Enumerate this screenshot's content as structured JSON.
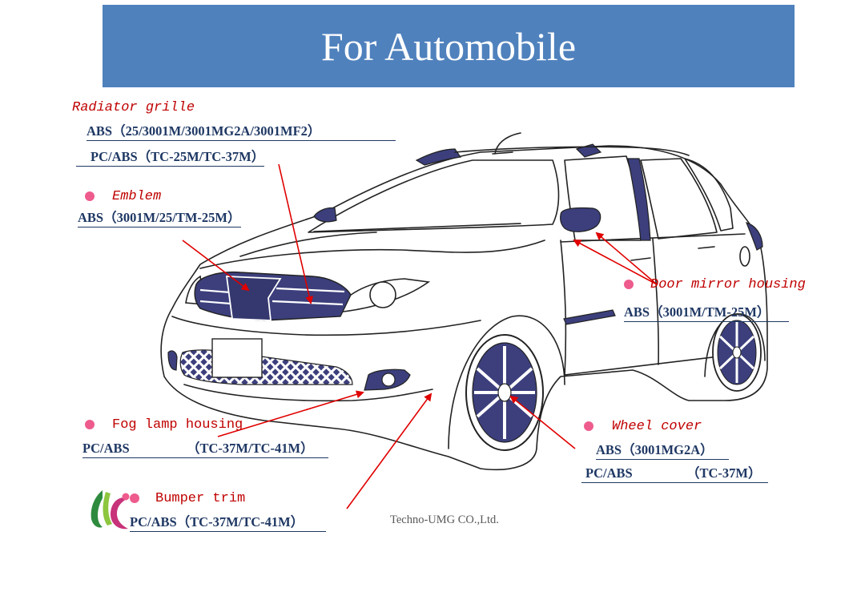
{
  "title": "For Automobile",
  "parts": {
    "radiator_grille": {
      "name": "Radiator grille",
      "spec_1": "ABS（25/3001M/3001MG2A/3001MF2）",
      "spec_2": "PC/ABS（TC-25M/TC-37M）"
    },
    "emblem": {
      "name": "Emblem",
      "spec_1": "ABS（3001M/25/TM-25M）"
    },
    "door_mirror_housing": {
      "name": "Door mirror housing",
      "spec_1": "ABS（3001M/TM-25M）"
    },
    "fog_lamp_housing": {
      "name": "Fog lamp housing",
      "spec_1": "PC/ABS",
      "spec_2": "（TC-37M/TC-41M）"
    },
    "wheel_cover": {
      "name": "Wheel cover",
      "spec_1": "ABS（3001MG2A）",
      "spec_2": "PC/ABS",
      "spec_3": "（TC-37M）"
    },
    "bumper_trim": {
      "name": "Bumper trim",
      "spec_1": "PC/ABS（TC-37M/TC-41M）"
    }
  },
  "footer": {
    "company": "Techno-UMG CO.,Ltd."
  },
  "colors": {
    "banner": "#4f81bd",
    "label_red": "#c00000",
    "spec_navy": "#1f3864",
    "bullet_pink": "#ee5b8d",
    "part_fill": "#3c3f7c",
    "logo_green": "#2e8b3e",
    "logo_magenta": "#c8327a"
  }
}
